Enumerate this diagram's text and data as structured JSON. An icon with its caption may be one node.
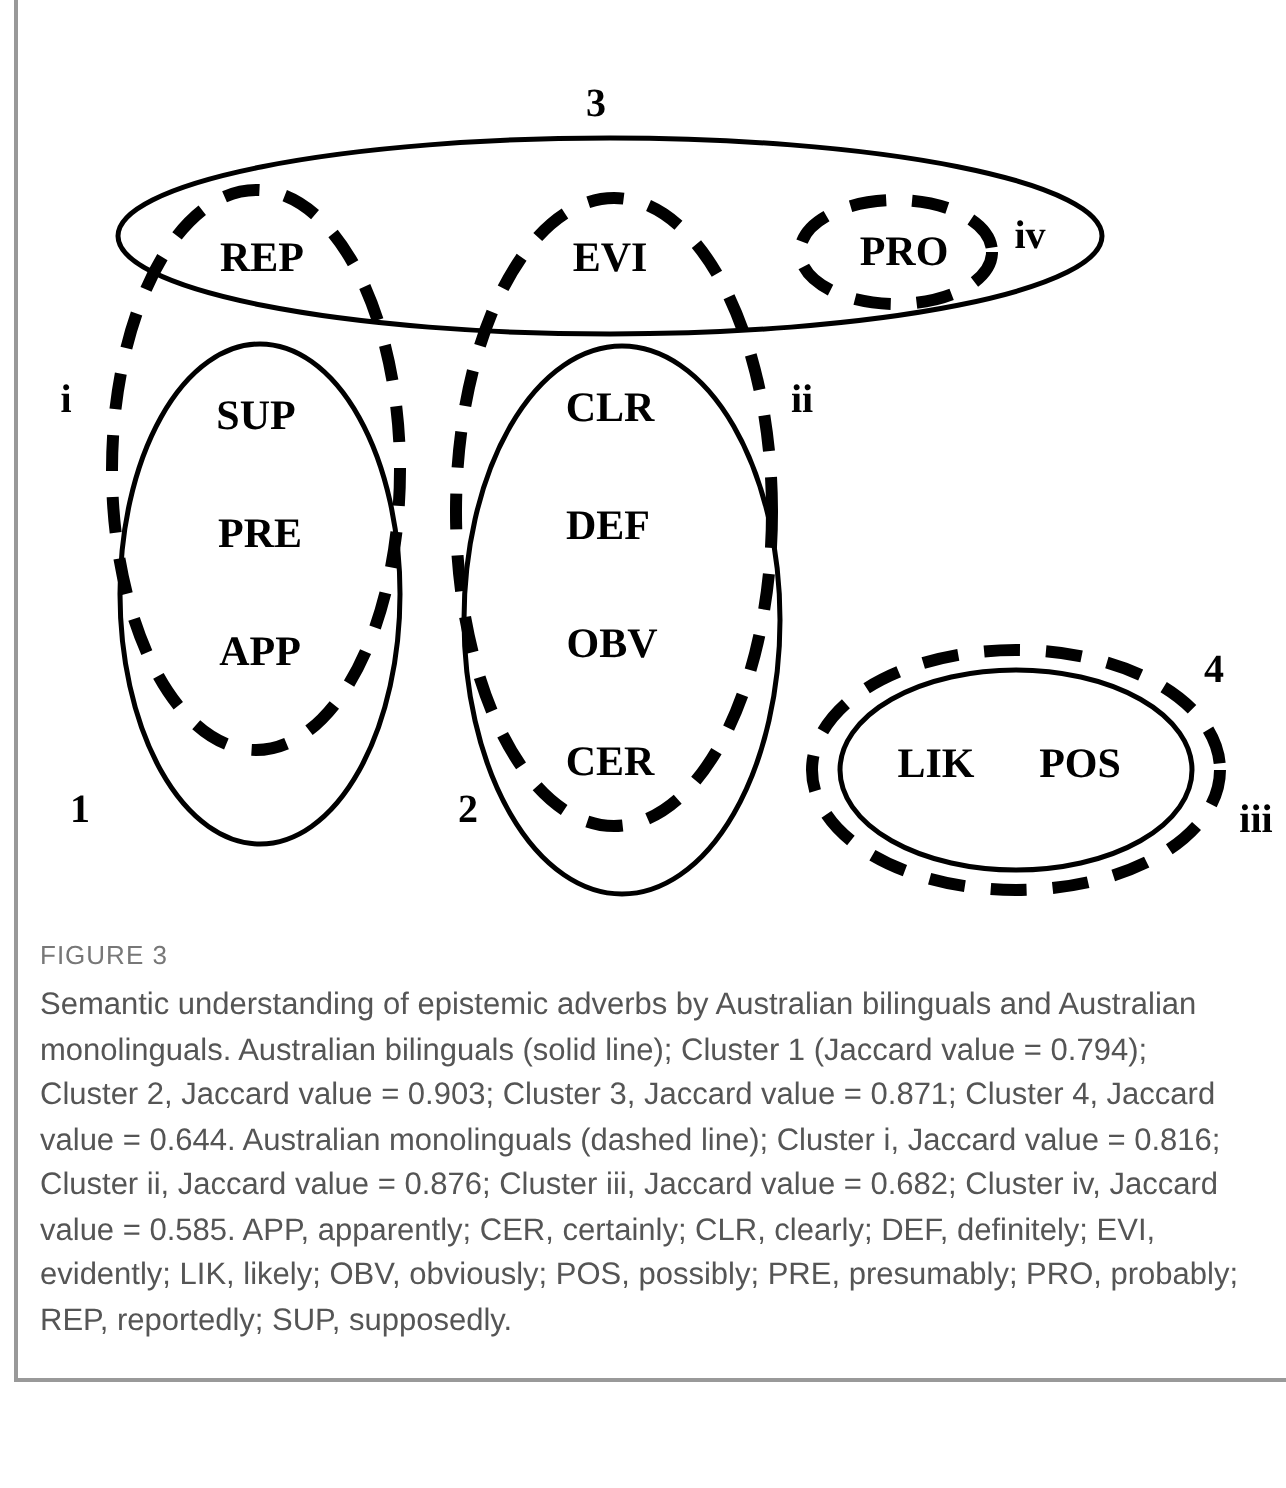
{
  "diagram": {
    "title": "FIGURE 3",
    "caption": "Semantic understanding of epistemic adverbs by Australian bilinguals and Australian monolinguals. Australian bilinguals (solid line); Cluster 1 (Jaccard value = 0.794); Cluster 2, Jaccard value = 0.903; Cluster 3, Jaccard value = 0.871; Cluster 4, Jaccard value = 0.644. Australian monolinguals (dashed line); Cluster i, Jaccard value = 0.816; Cluster ii, Jaccard value = 0.876; Cluster iii, Jaccard value = 0.682; Cluster iv, Jaccard value = 0.585. APP, apparently; CER, certainly; CLR, clearly; DEF, definitely; EVI, evidently; LIK, likely; OBV, obviously; POS, possibly; PRE, presumably; PRO, probably; REP, reportedly; SUP, supposedly.",
    "nodes": [
      {
        "text": [],
        "shape": "ellipse",
        "beside": [
          "3"
        ]
      },
      {
        "text": [
          "PRO"
        ],
        "in": 0,
        "beside": [
          "iv"
        ]
      },
      {
        "text": [],
        "shape": "ellipse",
        "beside": [
          "i"
        ]
      },
      {
        "text": [
          "SUP",
          "PRE",
          "APP"
        ],
        "beside": [
          "1"
        ]
      },
      {
        "text": [],
        "shape": "ellipse",
        "beside": [
          "ii"
        ]
      },
      {
        "text": [
          "CLR",
          "DEF",
          "OBV",
          "CER"
        ],
        "beside": [
          "2"
        ]
      },
      {
        "text": [],
        "shape": "ellipse",
        "beside": [
          "iii"
        ]
      },
      {
        "text": [
          "LIK",
          "POS"
        ],
        "in": 6,
        "beside": [
          "4"
        ]
      }
    ],
    "labels": [
      "REP",
      "EVI"
    ]
  }
}
